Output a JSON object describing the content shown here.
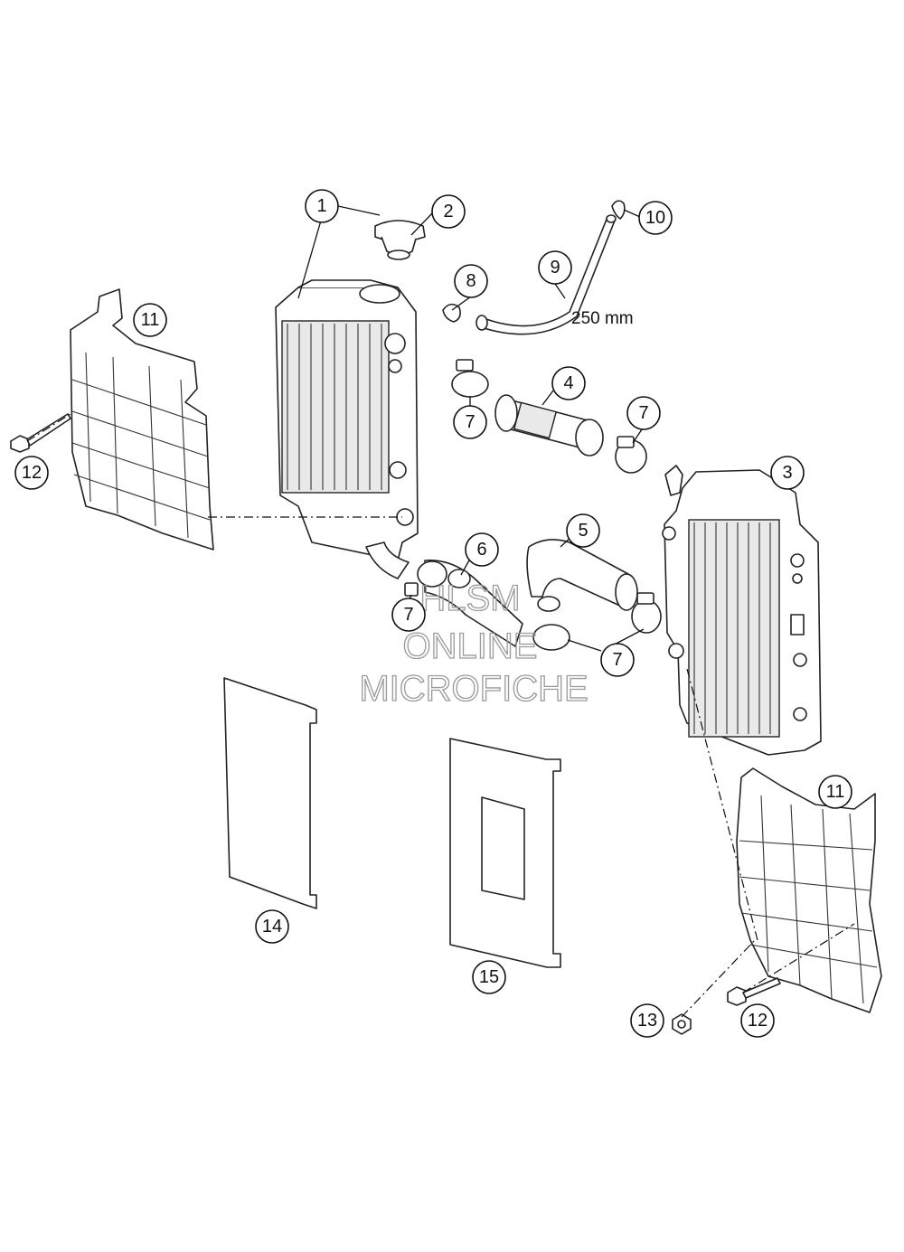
{
  "callouts": [
    {
      "id": "c1",
      "label": "1"
    },
    {
      "id": "c2",
      "label": "2"
    },
    {
      "id": "c3",
      "label": "3"
    },
    {
      "id": "c4",
      "label": "4"
    },
    {
      "id": "c5",
      "label": "5"
    },
    {
      "id": "c6",
      "label": "6"
    },
    {
      "id": "c7a",
      "label": "7"
    },
    {
      "id": "c7b",
      "label": "7"
    },
    {
      "id": "c7c",
      "label": "7"
    },
    {
      "id": "c7d",
      "label": "7"
    },
    {
      "id": "c8",
      "label": "8"
    },
    {
      "id": "c9",
      "label": "9"
    },
    {
      "id": "c10",
      "label": "10"
    },
    {
      "id": "c11a",
      "label": "11"
    },
    {
      "id": "c11b",
      "label": "11"
    },
    {
      "id": "c12a",
      "label": "12"
    },
    {
      "id": "c12b",
      "label": "12"
    },
    {
      "id": "c13",
      "label": "13"
    },
    {
      "id": "c14",
      "label": "14"
    },
    {
      "id": "c15",
      "label": "15"
    }
  ],
  "dimension": "250 mm",
  "watermark": {
    "line1": "HLSM",
    "line2": "ONLINE",
    "line3": "MICROFICHE"
  }
}
